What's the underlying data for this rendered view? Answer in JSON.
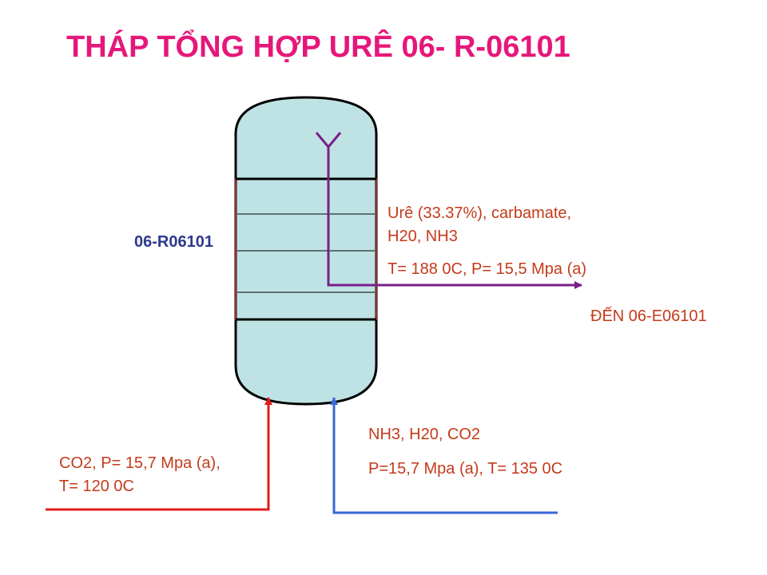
{
  "title": "THÁP TỔNG HỢP URÊ 06- R-06101",
  "reactor_tag": "06-R06101",
  "outlet": {
    "line1": "Urê (33.37%), carbamate,",
    "line2": "H20, NH3",
    "conditions": "T= 188 0C, P= 15,5 Mpa (a)",
    "destination": "ĐẾN 06-E06101"
  },
  "inlet_co2": {
    "line1": "CO2, P= 15,7 Mpa (a),",
    "line2": "T= 120 0C"
  },
  "inlet_nh3": {
    "line1": "NH3, H20, CO2",
    "line2": "P=15,7  Mpa (a), T= 135 0C"
  },
  "colors": {
    "title": "#e6177a",
    "vessel_fill": "#bfe3e4",
    "vessel_band_border": "#a0282a",
    "outlet_line": "#7a1f8a",
    "co2_line": "#e21b1b",
    "nh3_line": "#3a66d9",
    "label_text": "#c43a1a",
    "tag_text": "#2e3a8c"
  }
}
